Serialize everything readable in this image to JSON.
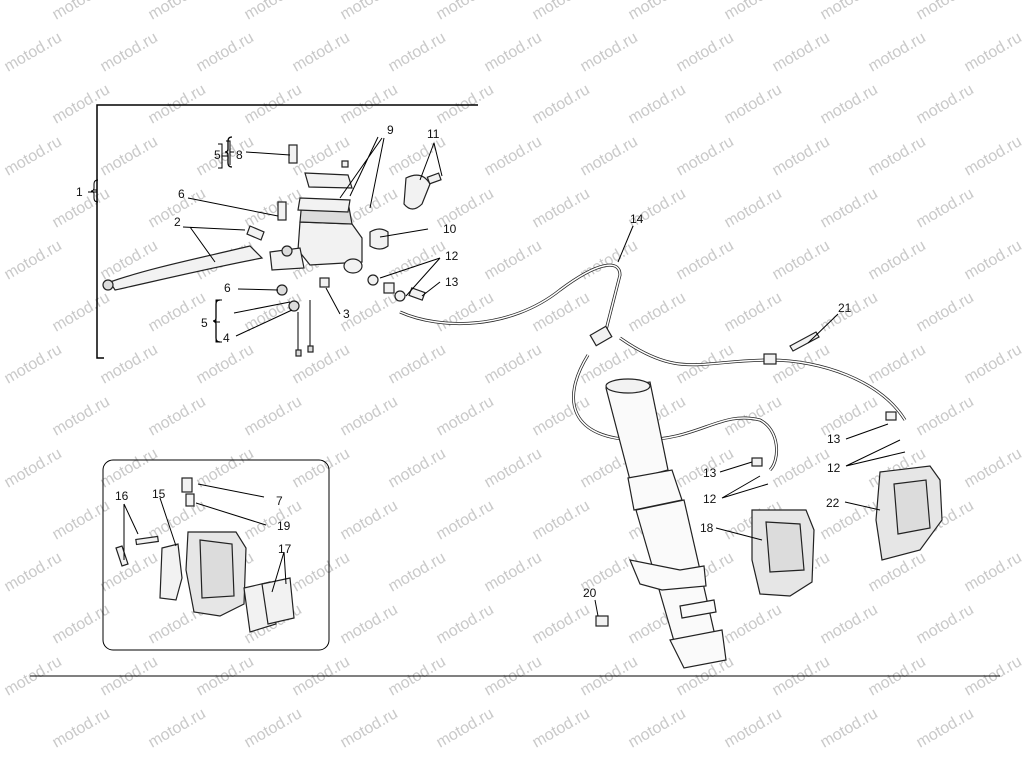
{
  "watermark": "motod.ru",
  "colors": {
    "line": "#000000",
    "part_fill": "#f2f2f2",
    "watermark": "#c9c9c9"
  },
  "callouts": {
    "c1": "1",
    "c2": "2",
    "c3": "3",
    "c4": "4",
    "c5a": "5",
    "c5b": "5",
    "c6a": "6",
    "c6b": "6",
    "c7": "7",
    "c8": "8",
    "c9": "9",
    "c10": "10",
    "c11": "11",
    "c12a": "12",
    "c12b": "12",
    "c12c": "12",
    "c13a": "13",
    "c13b": "13",
    "c13c": "13",
    "c14": "14",
    "c15": "15",
    "c16": "16",
    "c17": "17",
    "c18": "18",
    "c19": "19",
    "c20": "20",
    "c21": "21",
    "c22": "22"
  }
}
